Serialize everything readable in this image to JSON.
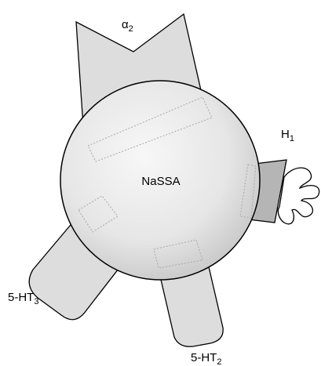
{
  "center": {
    "label": "NaSSA"
  },
  "receptors": {
    "alpha2": {
      "greek": "α",
      "sub": "2"
    },
    "h1": {
      "main": "H",
      "sub": "1"
    },
    "ht3": {
      "main": "5-HT",
      "sub": "3"
    },
    "ht2": {
      "main": "5-HT",
      "sub": "2"
    }
  },
  "colors": {
    "outline": "#000000",
    "sphere_light": "#f7f7f7",
    "sphere_dark": "#c9c9c9",
    "receptor_fill": "#dddddd",
    "h1_fill": "#b5b5b5"
  }
}
